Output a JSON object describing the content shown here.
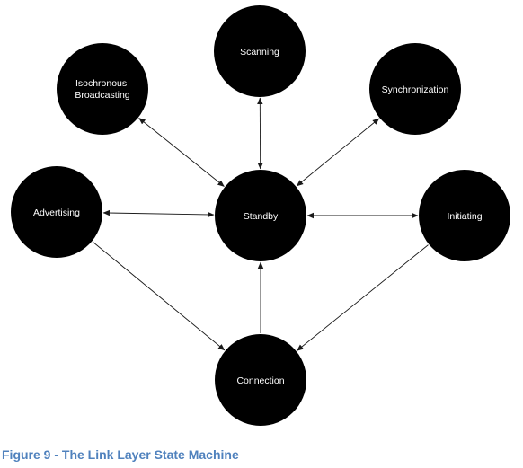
{
  "diagram": {
    "states": {
      "scanning": "Scanning",
      "isochronous_broadcasting": [
        "Isochronous",
        "Broadcasting"
      ],
      "synchronization": "Synchronization",
      "advertising": "Advertising",
      "standby": "Standby",
      "initiating": "Initiating",
      "connection": "Connection"
    },
    "transitions": [
      {
        "from": "Standby",
        "to": "Scanning",
        "bidirectional": true
      },
      {
        "from": "Standby",
        "to": "Isochronous Broadcasting",
        "bidirectional": true
      },
      {
        "from": "Standby",
        "to": "Synchronization",
        "bidirectional": true
      },
      {
        "from": "Standby",
        "to": "Advertising",
        "bidirectional": true
      },
      {
        "from": "Standby",
        "to": "Initiating",
        "bidirectional": true
      },
      {
        "from": "Connection",
        "to": "Standby",
        "bidirectional": false
      },
      {
        "from": "Advertising",
        "to": "Connection",
        "bidirectional": false
      },
      {
        "from": "Initiating",
        "to": "Connection",
        "bidirectional": false
      }
    ],
    "colors": {
      "node_fill": "#000000",
      "node_text": "#ffffff",
      "edge": "#1a1a1a",
      "caption": "#4f81bd"
    }
  },
  "caption": "Figure 9 - The Link Layer State Machine"
}
